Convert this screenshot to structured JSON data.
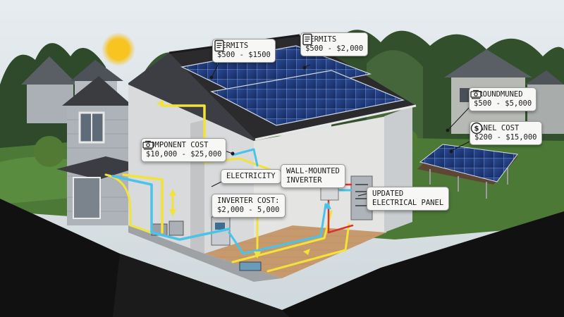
{
  "callouts": {
    "permits_left": {
      "title": "PERMITS",
      "value": "$500 - $1500",
      "icon": "document-icon"
    },
    "permits_right": {
      "title": "PERMITS",
      "value": "$500 - $2,000",
      "icon": "document-icon"
    },
    "ground_mounted": {
      "title": "GROUNDMUNED",
      "value": "$500 - $5,000",
      "icon": "cash-stack-icon"
    },
    "panel_cost": {
      "title": "PANEL COST",
      "value": "$200 - $15,000",
      "icon": "dollar-coin-icon"
    },
    "component_cost": {
      "title": "COMPONENT COST",
      "value": "$10,000 - $25,000",
      "icon": "cash-stack-icon"
    },
    "electricity": {
      "title": "ELECTRICITY"
    },
    "wall_inverter": {
      "line1": "WALL-MOUNTED",
      "line2": "INVERTER"
    },
    "inverter_cost": {
      "line1": "INVERTER COST:",
      "line2": "$2,000 - 5,000"
    },
    "electrical_panel": {
      "line1": "UPDATED",
      "line2": "ELECTRICAL PANEL"
    }
  },
  "colors": {
    "sky": "#dfe6ea",
    "solar_panel": "#1f3a7a",
    "roof": "#2b2b2e",
    "siding": "#b9bec3",
    "wire_yellow": "#f3e23a",
    "wire_blue": "#49c3e8",
    "wire_red": "#d8342c",
    "sun": "#f7c21e"
  }
}
